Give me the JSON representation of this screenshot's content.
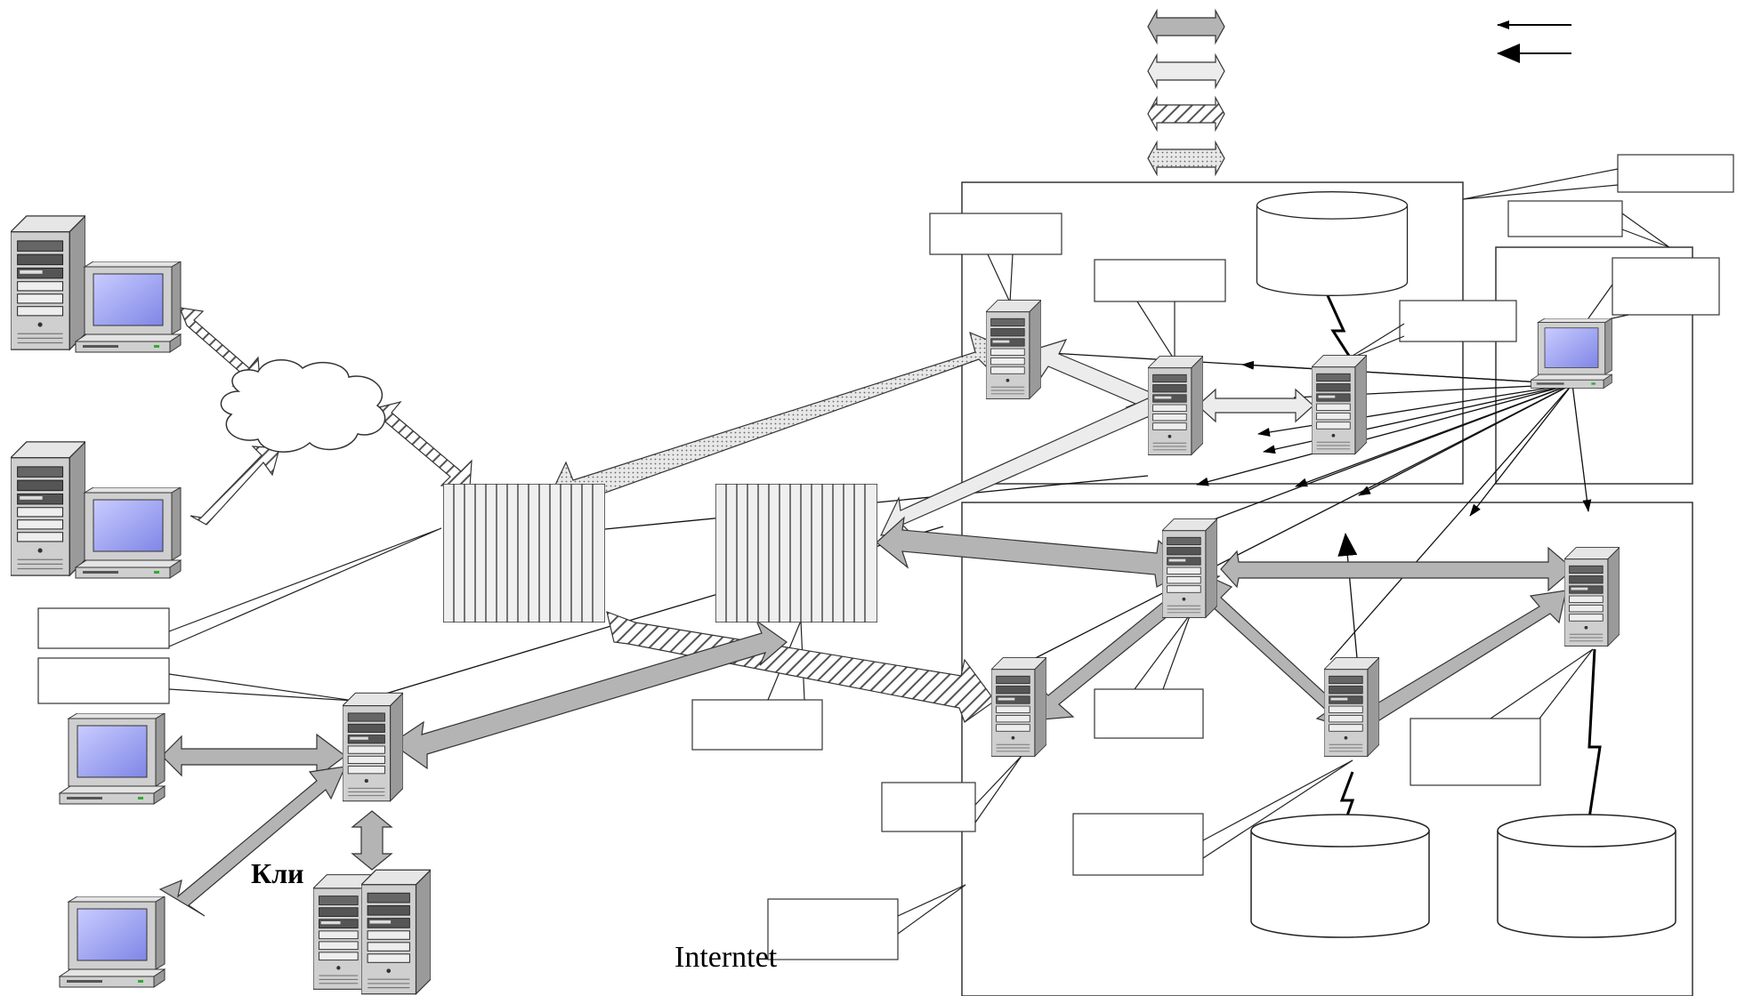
{
  "diagram": {
    "labels": {
      "internet": "Interntet",
      "clients_partial": "Кли"
    },
    "legend": {
      "arrow_styles": [
        "solid-gray",
        "light",
        "hatched",
        "dotted"
      ],
      "line_styles": [
        "thin-arrow",
        "thick-arrow"
      ]
    },
    "colors": {
      "arrow_gray": "#b4b4b4",
      "arrow_light": "#e6e6e6",
      "server_body": "#c8c8c8",
      "screen": "#9aa0f0",
      "line": "#000000"
    },
    "icons": [
      "server-tower-icon",
      "workstation-icon",
      "cloud-icon",
      "firewall-icon",
      "database-cylinder-icon"
    ]
  }
}
